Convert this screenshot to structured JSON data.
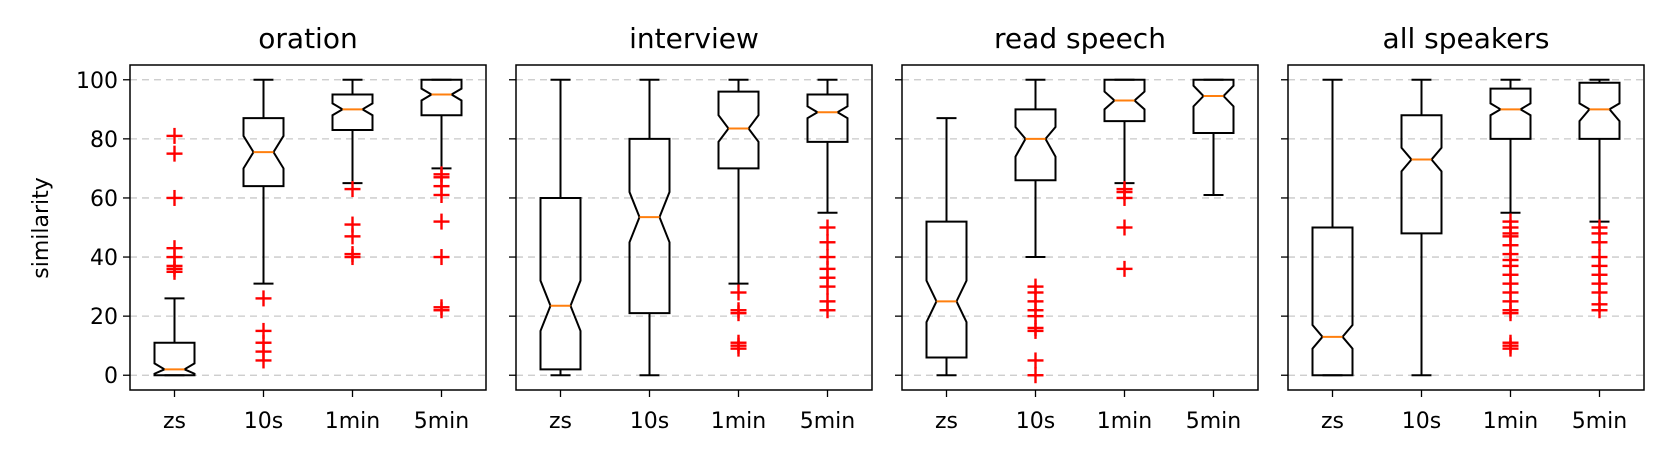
{
  "ylabel": "similarity",
  "colors": {
    "box": "#000000",
    "median": "#ff7f0e",
    "outlier": "#ff0000",
    "grid": "#c8c8c8"
  },
  "chart_data": [
    {
      "type": "boxplot",
      "title": "oration",
      "ylabel": "similarity",
      "ylim": [
        -5,
        105
      ],
      "yticks": [
        0,
        20,
        40,
        60,
        80,
        100
      ],
      "grid": "y-dashed",
      "notched": true,
      "categories": [
        "zs",
        "10s",
        "1min",
        "5min"
      ],
      "boxes": [
        {
          "category": "zs",
          "whisker_low": 0,
          "q1": 0,
          "notch_low": 0.5,
          "median": 2,
          "notch_high": 4,
          "q3": 11,
          "whisker_high": 26,
          "outliers": [
            35,
            36,
            37,
            40,
            43,
            60,
            75,
            81
          ]
        },
        {
          "category": "10s",
          "whisker_low": 31,
          "q1": 64,
          "notch_low": 70,
          "median": 75.5,
          "notch_high": 81,
          "q3": 87,
          "whisker_high": 100,
          "outliers": [
            5,
            8,
            11,
            15,
            26
          ]
        },
        {
          "category": "1min",
          "whisker_low": 65,
          "q1": 83,
          "notch_low": 88,
          "median": 90,
          "notch_high": 92,
          "q3": 95,
          "whisker_high": 100,
          "outliers": [
            40,
            41,
            47,
            51,
            63
          ]
        },
        {
          "category": "5min",
          "whisker_low": 70,
          "q1": 88,
          "notch_low": 93,
          "median": 95,
          "notch_high": 97,
          "q3": 100,
          "whisker_high": 100,
          "outliers": [
            22,
            23,
            40,
            52,
            61,
            64,
            67,
            68
          ]
        }
      ]
    },
    {
      "type": "boxplot",
      "title": "interview",
      "ylim": [
        -5,
        105
      ],
      "yticks": [
        0,
        20,
        40,
        60,
        80,
        100
      ],
      "grid": "y-dashed",
      "notched": true,
      "categories": [
        "zs",
        "10s",
        "1min",
        "5min"
      ],
      "boxes": [
        {
          "category": "zs",
          "whisker_low": 0,
          "q1": 2,
          "notch_low": 15,
          "median": 23.5,
          "notch_high": 32,
          "q3": 60,
          "whisker_high": 100,
          "outliers": []
        },
        {
          "category": "10s",
          "whisker_low": 0,
          "q1": 21,
          "notch_low": 45,
          "median": 53.5,
          "notch_high": 62,
          "q3": 80,
          "whisker_high": 100,
          "outliers": []
        },
        {
          "category": "1min",
          "whisker_low": 31,
          "q1": 70,
          "notch_low": 79,
          "median": 83.5,
          "notch_high": 88,
          "q3": 96,
          "whisker_high": 100,
          "outliers": [
            9,
            10,
            11,
            21,
            22,
            28
          ]
        },
        {
          "category": "5min",
          "whisker_low": 55,
          "q1": 79,
          "notch_low": 87,
          "median": 89,
          "notch_high": 91,
          "q3": 95,
          "whisker_high": 100,
          "outliers": [
            22,
            25,
            30,
            33,
            36,
            40,
            45,
            50
          ]
        }
      ]
    },
    {
      "type": "boxplot",
      "title": "read speech",
      "ylim": [
        -5,
        105
      ],
      "yticks": [
        0,
        20,
        40,
        60,
        80,
        100
      ],
      "grid": "y-dashed",
      "notched": true,
      "categories": [
        "zs",
        "10s",
        "1min",
        "5min"
      ],
      "boxes": [
        {
          "category": "zs",
          "whisker_low": 0,
          "q1": 6,
          "notch_low": 18,
          "median": 25,
          "notch_high": 32,
          "q3": 52,
          "whisker_high": 87,
          "outliers": []
        },
        {
          "category": "10s",
          "whisker_low": 40,
          "q1": 66,
          "notch_low": 74,
          "median": 80,
          "notch_high": 84,
          "q3": 90,
          "whisker_high": 100,
          "outliers": [
            0,
            5,
            15,
            16,
            20,
            22,
            25,
            28,
            30
          ]
        },
        {
          "category": "1min",
          "whisker_low": 65,
          "q1": 86,
          "notch_low": 90,
          "median": 93,
          "notch_high": 96,
          "q3": 100,
          "whisker_high": 100,
          "outliers": [
            36,
            50,
            60,
            62,
            63
          ]
        },
        {
          "category": "5min",
          "whisker_low": 61,
          "q1": 82,
          "notch_low": 91,
          "median": 94.5,
          "notch_high": 98,
          "q3": 100,
          "whisker_high": 100,
          "outliers": []
        }
      ]
    },
    {
      "type": "boxplot",
      "title": "all speakers",
      "ylim": [
        -5,
        105
      ],
      "yticks": [
        0,
        20,
        40,
        60,
        80,
        100
      ],
      "grid": "y-dashed",
      "notched": true,
      "categories": [
        "zs",
        "10s",
        "1min",
        "5min"
      ],
      "boxes": [
        {
          "category": "zs",
          "whisker_low": 0,
          "q1": 0,
          "notch_low": 9,
          "median": 13,
          "notch_high": 17,
          "q3": 50,
          "whisker_high": 100,
          "outliers": []
        },
        {
          "category": "10s",
          "whisker_low": 0,
          "q1": 48,
          "notch_low": 69,
          "median": 73,
          "notch_high": 77,
          "q3": 88,
          "whisker_high": 100,
          "outliers": []
        },
        {
          "category": "1min",
          "whisker_low": 55,
          "q1": 80,
          "notch_low": 88,
          "median": 90,
          "notch_high": 92,
          "q3": 97,
          "whisker_high": 100,
          "outliers": [
            9,
            10,
            11,
            21,
            22,
            25,
            28,
            31,
            34,
            37,
            39,
            41,
            44,
            47,
            48,
            50,
            52
          ]
        },
        {
          "category": "5min",
          "whisker_low": 52,
          "q1": 80,
          "notch_low": 86,
          "median": 90,
          "notch_high": 92,
          "q3": 99,
          "whisker_high": 100,
          "outliers": [
            22,
            24,
            28,
            31,
            34,
            37,
            40,
            45,
            48,
            50
          ]
        }
      ]
    }
  ]
}
